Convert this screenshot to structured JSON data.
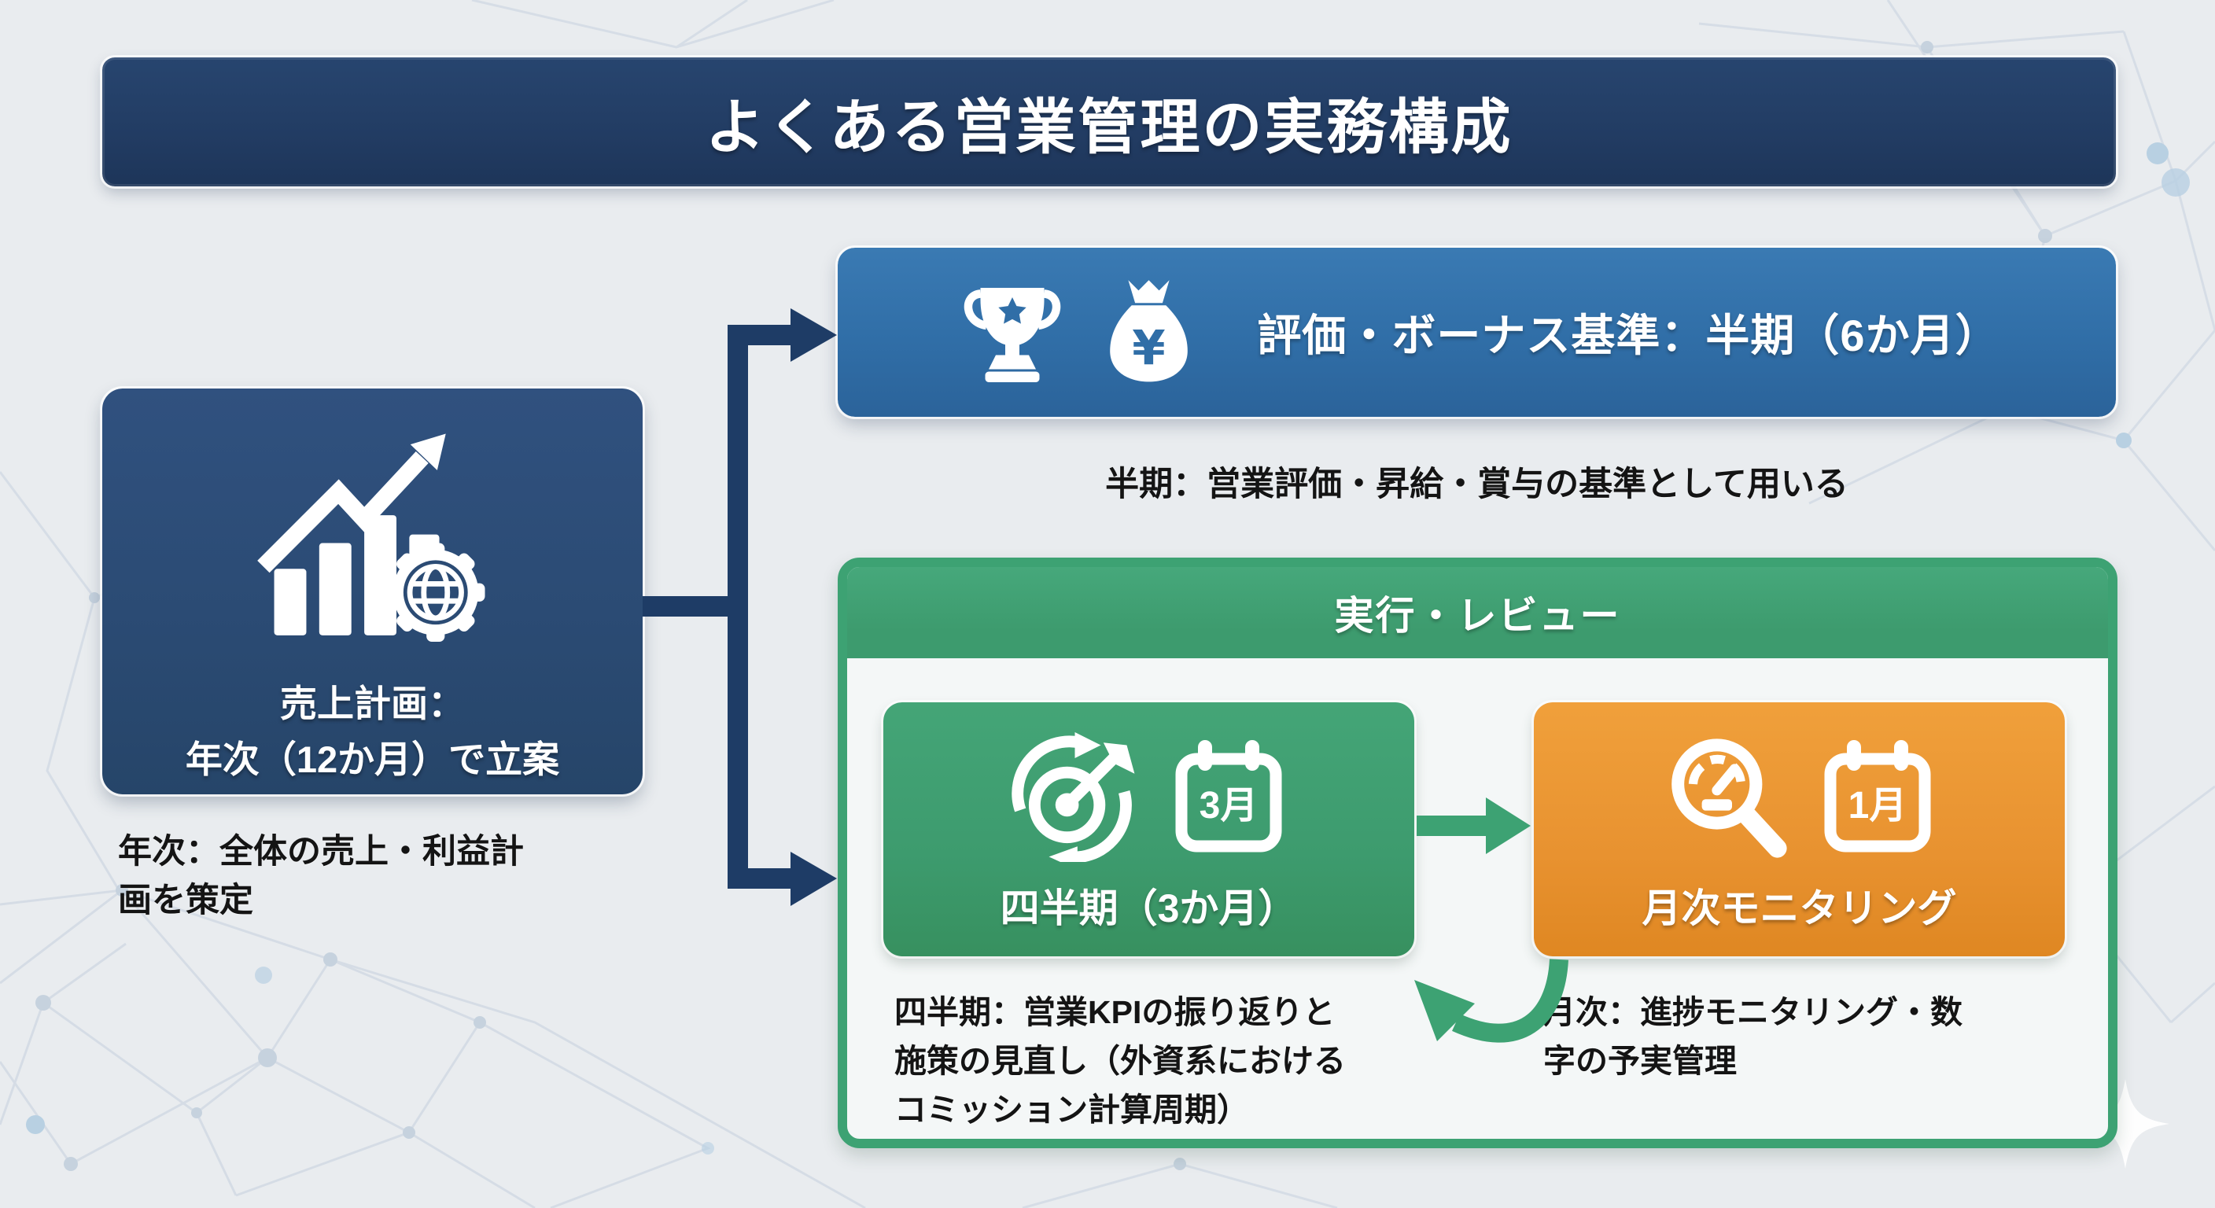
{
  "page": {
    "title": "よくある営業管理の実務構成"
  },
  "plan_box": {
    "title_line1": "売上計画：",
    "title_line2": "年次（12か月）で立案",
    "caption_line1": "年次：全体の売上・利益計",
    "caption_line2": "画を策定"
  },
  "evaluation_box": {
    "label": "評価・ボーナス基準：半期（6か月）",
    "caption": "半期：営業評価・昇給・賞与の基準として用いる"
  },
  "execution_section": {
    "header": "実行・レビュー",
    "quarter_box": {
      "calendar_label": "3月",
      "label": "四半期（3か月）",
      "caption_line1": "四半期：営業KPIの振り返りと",
      "caption_line2": "施策の見直し（外資系における",
      "caption_line3": "コミッション計算周期）"
    },
    "monthly_box": {
      "calendar_label": "1月",
      "label": "月次モニタリング",
      "caption_line1": "月次：進捗モニタリング・数",
      "caption_line2": "字の予実管理"
    }
  },
  "icons": {
    "plan": "growth-chart-with-gear-globe",
    "evaluation": [
      "trophy",
      "money-bag-yen"
    ],
    "quarter": [
      "target-cycle",
      "calendar-march"
    ],
    "monthly": [
      "gauge-magnifier",
      "calendar-january"
    ]
  },
  "colors": {
    "background": "#e9ecef",
    "navy": "#223c63",
    "navy_box": "#2b4b74",
    "connector": "#1e3c66",
    "blue": "#306ea7",
    "green": "#3d9b6e",
    "green_border": "#3da273",
    "orange": "#e89230",
    "text_dark": "#141414"
  }
}
